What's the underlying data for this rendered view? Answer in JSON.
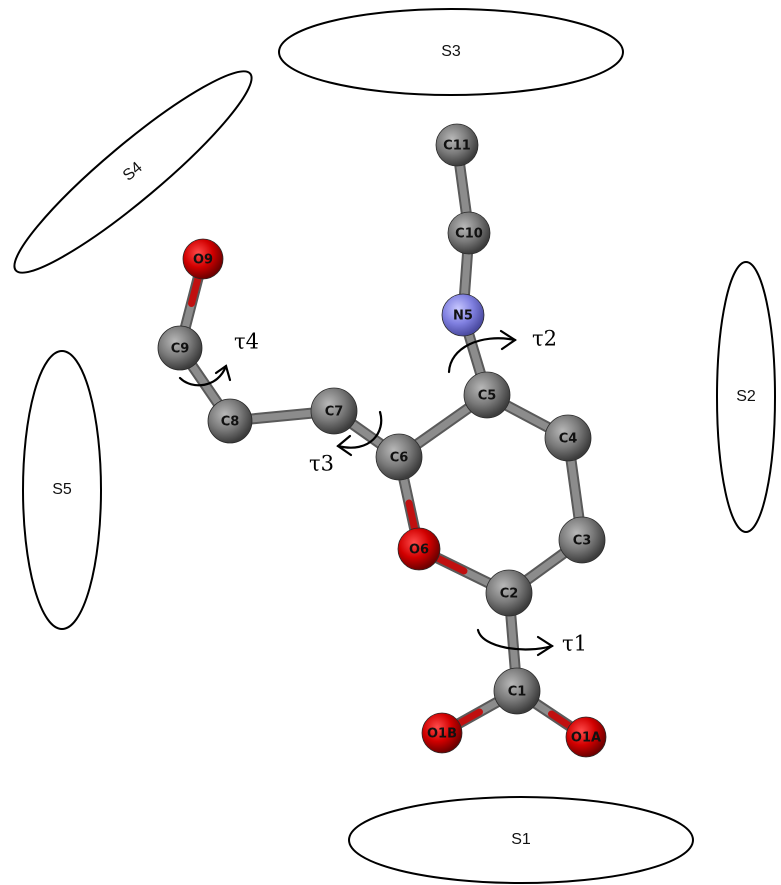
{
  "colors": {
    "carbon": "#6b6b6b",
    "oxygen": "#d10000",
    "nitrogen": "#8080e0",
    "bond": "#8c8c8c",
    "outline": "#000000"
  },
  "sites": [
    {
      "id": "s1",
      "label": "S1"
    },
    {
      "id": "s2",
      "label": "S2"
    },
    {
      "id": "s3",
      "label": "S3"
    },
    {
      "id": "s4",
      "label": "S4"
    },
    {
      "id": "s5",
      "label": "S5"
    }
  ],
  "atoms": [
    {
      "id": "c11",
      "label": "C11",
      "element": "C"
    },
    {
      "id": "c10",
      "label": "C10",
      "element": "C"
    },
    {
      "id": "n5",
      "label": "N5",
      "element": "N"
    },
    {
      "id": "c5",
      "label": "C5",
      "element": "C"
    },
    {
      "id": "c4",
      "label": "C4",
      "element": "C"
    },
    {
      "id": "c3",
      "label": "C3",
      "element": "C"
    },
    {
      "id": "c2",
      "label": "C2",
      "element": "C"
    },
    {
      "id": "o6",
      "label": "O6",
      "element": "O"
    },
    {
      "id": "c6",
      "label": "C6",
      "element": "C"
    },
    {
      "id": "c7",
      "label": "C7",
      "element": "C"
    },
    {
      "id": "c8",
      "label": "C8",
      "element": "C"
    },
    {
      "id": "c9",
      "label": "C9",
      "element": "C"
    },
    {
      "id": "o9",
      "label": "O9",
      "element": "O"
    },
    {
      "id": "c1",
      "label": "C1",
      "element": "C"
    },
    {
      "id": "o1a",
      "label": "O1A",
      "element": "O"
    },
    {
      "id": "o1b",
      "label": "O1B",
      "element": "O"
    }
  ],
  "bonds": [
    [
      "c11",
      "c10"
    ],
    [
      "c10",
      "n5"
    ],
    [
      "n5",
      "c5"
    ],
    [
      "c5",
      "c4"
    ],
    [
      "c4",
      "c3"
    ],
    [
      "c3",
      "c2"
    ],
    [
      "c2",
      "o6"
    ],
    [
      "o6",
      "c6"
    ],
    [
      "c6",
      "c5"
    ],
    [
      "c6",
      "c7"
    ],
    [
      "c7",
      "c8"
    ],
    [
      "c8",
      "c9"
    ],
    [
      "c9",
      "o9"
    ],
    [
      "c2",
      "c1"
    ],
    [
      "c1",
      "o1a"
    ],
    [
      "c1",
      "o1b"
    ]
  ],
  "torsions": [
    {
      "id": "t1",
      "label": "τ1"
    },
    {
      "id": "t2",
      "label": "τ2"
    },
    {
      "id": "t3",
      "label": "τ3"
    },
    {
      "id": "t4",
      "label": "τ4"
    }
  ]
}
